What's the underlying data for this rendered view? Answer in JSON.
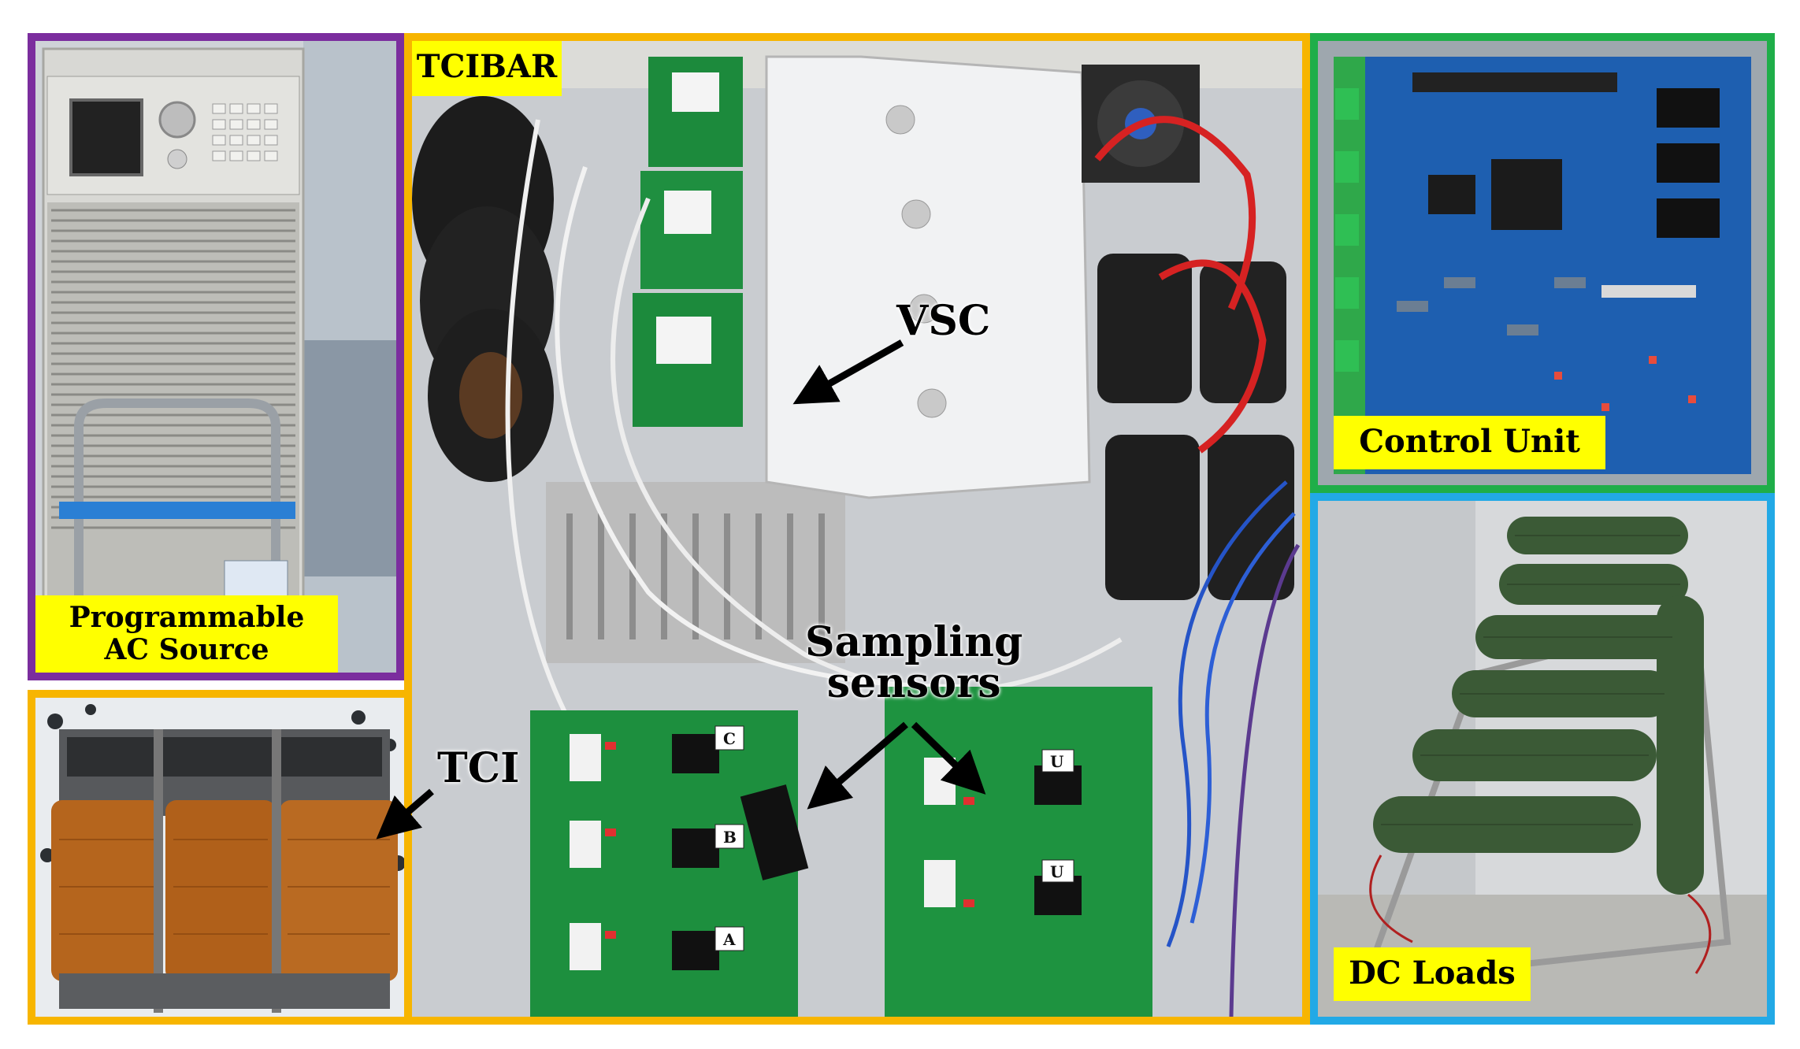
{
  "panels": {
    "source": {
      "label_line1": "Programmable",
      "label_line2": "AC Source",
      "border_color": "#7b2d9e"
    },
    "tcibar": {
      "label": "TCIBAR",
      "border_color": "#f7b500"
    },
    "tci_panel": {
      "border_color": "#f7b500"
    },
    "control": {
      "label": "Control Unit",
      "border_color": "#1fae49"
    },
    "loads": {
      "label": "DC Loads",
      "border_color": "#22a9e6"
    }
  },
  "callouts": {
    "vsc": "VSC",
    "sampling_line1": "Sampling",
    "sampling_line2": "sensors",
    "tci": "TCI"
  },
  "board_tags": [
    "C",
    "B",
    "A",
    "U",
    "U"
  ],
  "colors": {
    "label_bg": "#ffff00",
    "pcb_green": "#1c8a3c",
    "control_blue": "#1e5fb0",
    "copper": "#b5651d",
    "resistor_green": "#3b5a36"
  }
}
